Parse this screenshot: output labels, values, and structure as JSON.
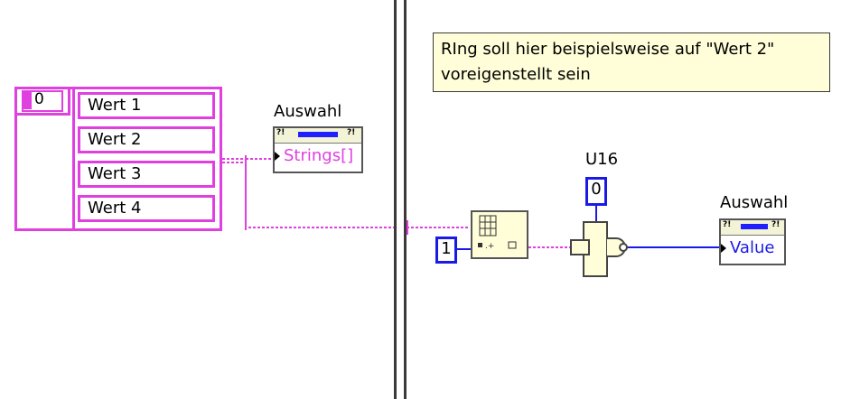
{
  "array_constant": {
    "index": "0",
    "elements": [
      "Wert 1",
      "Wert 2",
      "Wert 3",
      "Wert 4"
    ]
  },
  "property_node_1": {
    "label": "Auswahl",
    "property": "Strings[]"
  },
  "comment": "RIng soll hier beispielsweise auf \"Wert 2\"\nvoreigenstellt sein",
  "index_constant": "1",
  "u16": {
    "label": "U16",
    "value": "0"
  },
  "property_node_2": {
    "label": "Auswahl",
    "property": "Value"
  },
  "colors": {
    "string_wire": "#e040e0",
    "numeric_wire": "#1a1ae6",
    "frame": "#3a3a3a",
    "comment_bg": "#fffed8"
  }
}
